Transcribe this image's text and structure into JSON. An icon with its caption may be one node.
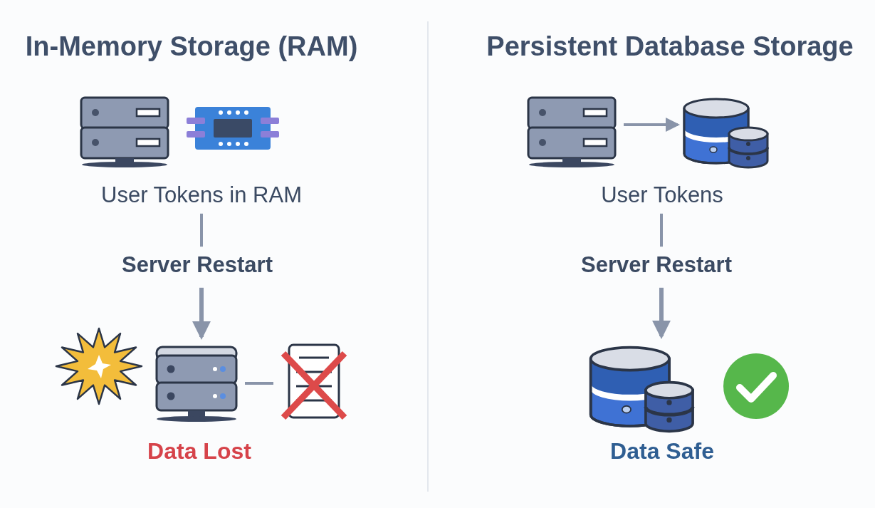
{
  "diagram": {
    "nodes": [
      {
        "text": [
          "User Tokens in RAM"
        ]
      },
      {
        "text": [
          "Server Restart"
        ]
      },
      {
        "text": [],
        "shape": "picture",
        "beside": [
          "Data Lost"
        ]
      },
      {
        "text": [],
        "shape": "picture"
      },
      {
        "text": [],
        "shape": "picture"
      },
      {
        "text": [],
        "shape": "picture"
      },
      {
        "text": [
          "User Tokens"
        ]
      },
      {
        "text": [
          "Server Restart"
        ]
      },
      {
        "text": [],
        "shape": "picture",
        "beside": [
          "Data Safe"
        ]
      }
    ],
    "edges": [
      {
        "from": 0,
        "to": 1,
        "arrow": "none"
      },
      {
        "from": 1,
        "to": 2,
        "arrow": "to"
      },
      {
        "from": 2,
        "to": 3,
        "arrow": "none"
      },
      {
        "from": 4,
        "to": 5,
        "arrow": "to"
      },
      {
        "from": 6,
        "to": 7,
        "arrow": "none"
      },
      {
        "from": 7,
        "to": 8,
        "arrow": "to"
      }
    ],
    "labels": [
      "In-Memory Storage (RAM)",
      "Persistent Database Storage"
    ]
  }
}
